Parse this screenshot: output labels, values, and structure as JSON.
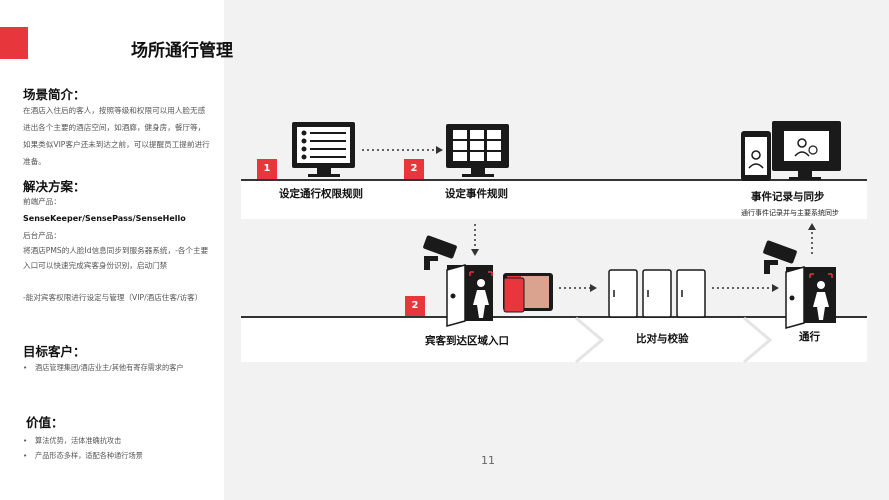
{
  "title": "场所通行管理",
  "page_number": "11",
  "left": {
    "intro": {
      "heading": "场景简介：",
      "text": "在酒店入住后的客人，按照等级和权限可以用人脸无感进出各个主要的酒店空间，如酒廊，健身房，餐厅等，如果类似VIP客户还未到达之前，可以提醒员工提前进行准备。"
    },
    "solution": {
      "heading": "解决方案：",
      "front_label": "前端产品：",
      "front_products": "SenseKeeper/SensePass/SenseHello",
      "back_label": "后台产品：",
      "back_text_1": "将酒店PMS的人脸Id信息同步到服务器系统，-各个主要入口可以快速完成宾客身份识别，启动门禁",
      "back_text_2": "-能对宾客权限进行设定与管理（VIP/酒店住客/访客）"
    },
    "customers": {
      "heading": "目标客户：",
      "items": [
        "酒店管理集团/酒店业主/其他有寄存需求的客户"
      ]
    },
    "value": {
      "heading": "价值：",
      "items": [
        "算法优势，活体准确抗攻击",
        "产品形态多样，适配各种通行场景"
      ]
    }
  },
  "flow": {
    "top": {
      "step1": {
        "badge": "1",
        "label": "设定通行权限规则"
      },
      "step2": {
        "badge": "2",
        "label": "设定事件规则"
      },
      "record": {
        "label": "事件记录与同步",
        "sub": "通行事件记录并与主要系统同步"
      }
    },
    "bottom": {
      "badge": "2",
      "arrive": "宾客到达区域入口",
      "verify": "比对与校验",
      "pass": "通行"
    }
  },
  "colors": {
    "accent": "#e8363d",
    "panel": "#f2f2f2",
    "dark": "#1a1a1a"
  },
  "icons": [
    "monitor-list-icon",
    "monitor-grid-icon",
    "phone-face-icon",
    "monitor-face-icon",
    "camera-icon",
    "door-face-icon",
    "tablet-icon",
    "turnstile-icon"
  ]
}
